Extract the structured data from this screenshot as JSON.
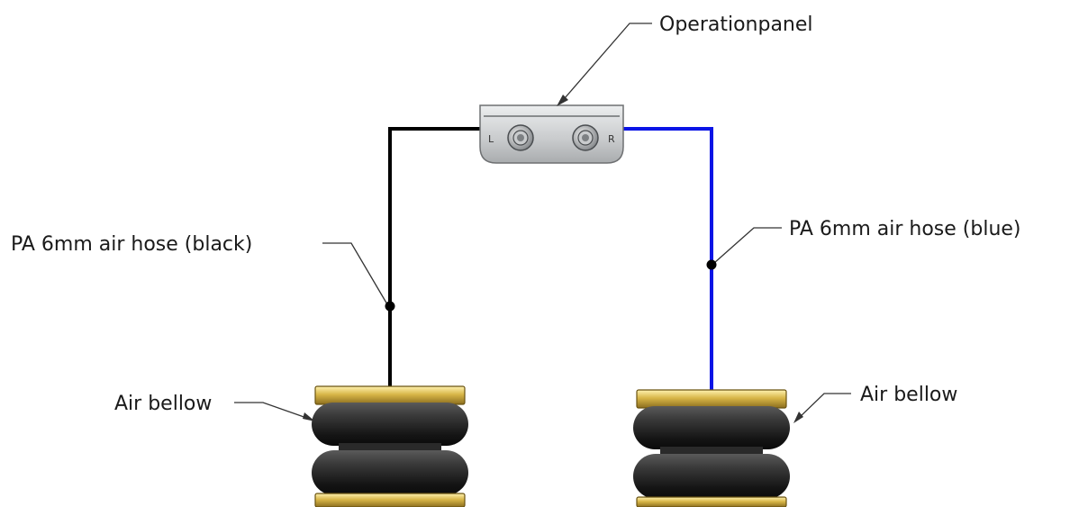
{
  "labels": {
    "operation_panel": "Operationpanel",
    "hose_left": "PA 6mm air hose (black)",
    "hose_right": "PA 6mm air hose (blue)",
    "bellow_left": "Air bellow",
    "bellow_right": "Air bellow"
  },
  "panel": {
    "left_port_mark": "L",
    "right_port_mark": "R"
  },
  "colors": {
    "hose_left": "#000000",
    "hose_right": "#0a14e6",
    "bellow_rubber": "#1e1e1e",
    "bellow_plate": "#c9a83a",
    "panel_body": "#d4d6d8"
  }
}
